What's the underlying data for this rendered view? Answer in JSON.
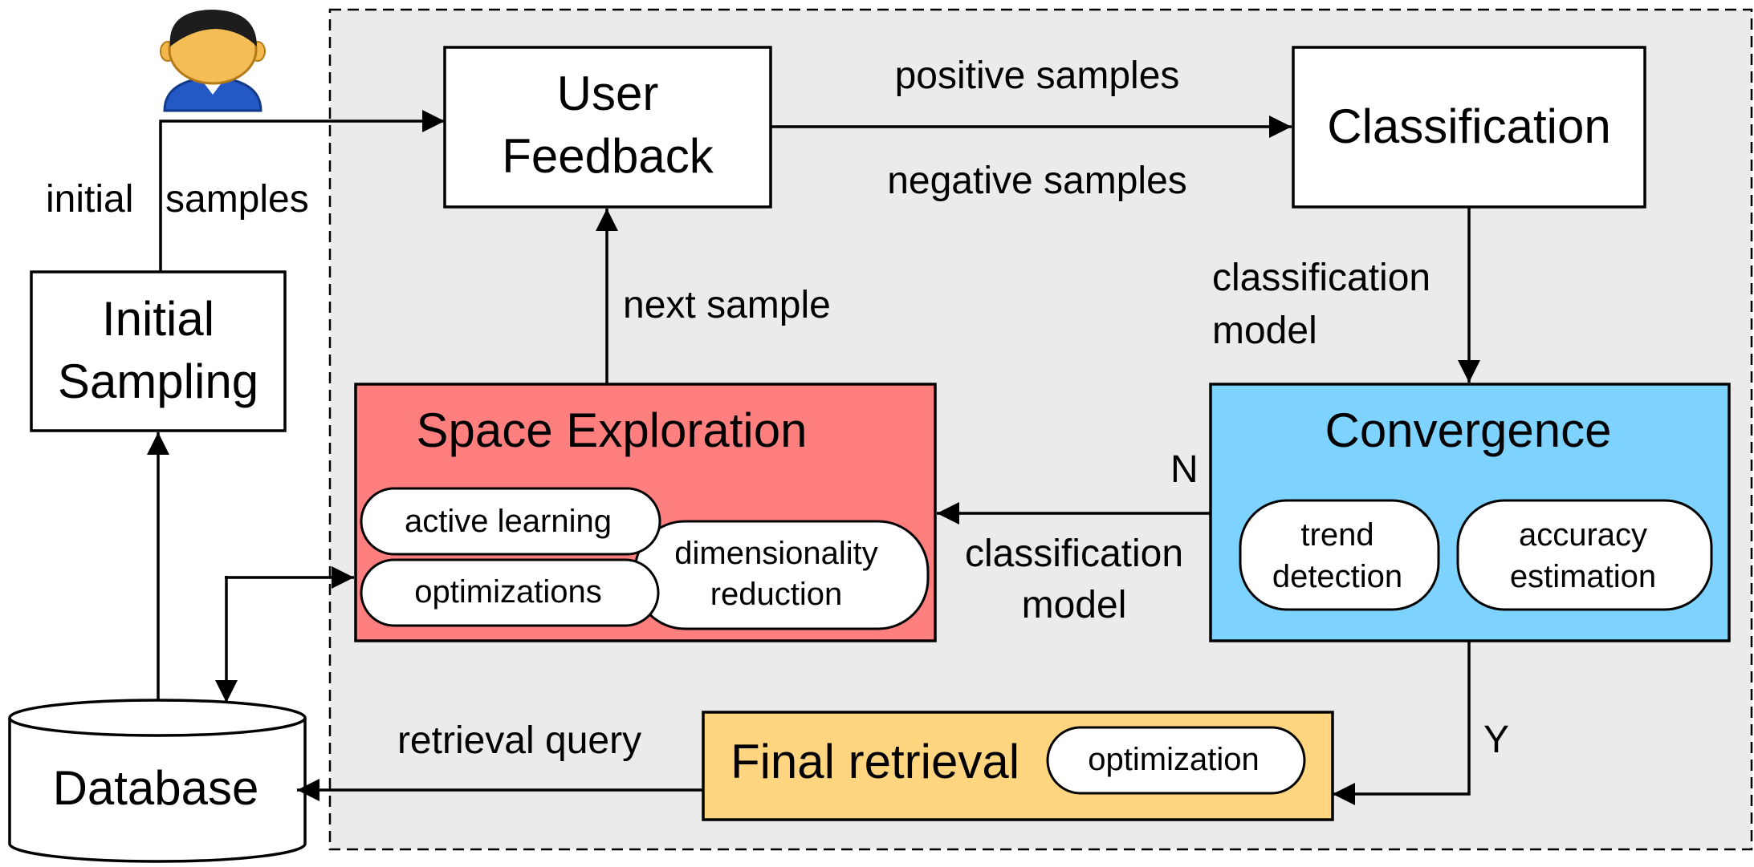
{
  "colors": {
    "panel_bg": "#ebebeb",
    "exploration_fill": "#ff7f7f",
    "convergence_fill": "#7dd3fd",
    "retrieval_fill": "#ffd57f",
    "box_fill": "#ffffff",
    "stroke": "#000000"
  },
  "icons": {
    "user": "user-avatar-icon",
    "database": "database-cylinder-icon"
  },
  "nodes": {
    "user_feedback": {
      "line1": "User",
      "line2": "Feedback"
    },
    "classification": {
      "label": "Classification"
    },
    "initial_sampling": {
      "line1": "Initial",
      "line2": "Sampling"
    },
    "space_exploration": {
      "title": "Space Exploration",
      "pills": {
        "active_learning": "active learning",
        "optimizations": "optimizations",
        "dim_line1": "dimensionality",
        "dim_line2": "reduction"
      }
    },
    "convergence": {
      "title": "Convergence",
      "pills": {
        "trend_line1": "trend",
        "trend_line2": "detection",
        "acc_line1": "accuracy",
        "acc_line2": "estimation"
      }
    },
    "final_retrieval": {
      "title": "Final retrieval",
      "pill": "optimization"
    },
    "database": {
      "label": "Database"
    }
  },
  "edges": {
    "initial_samples_left": "initial",
    "initial_samples_right": "samples",
    "positive_samples": "positive samples",
    "negative_samples": "negative samples",
    "classification_model_top_line1": "classification",
    "classification_model_top_line2": "model",
    "next_sample": "next sample",
    "no_label": "N",
    "classification_model_mid_line1": "classification",
    "classification_model_mid_line2": "model",
    "yes_label": "Y",
    "retrieval_query": "retrieval query"
  }
}
